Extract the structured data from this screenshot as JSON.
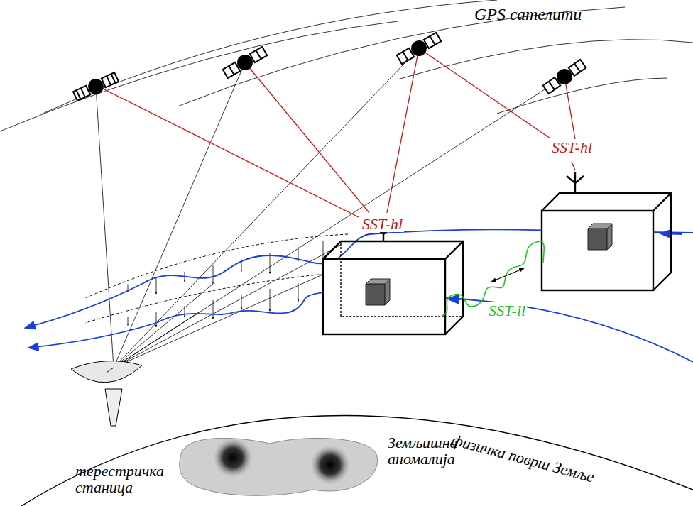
{
  "diagram": {
    "labels": [
      "GPS сателити",
      "SST-hl",
      "SST-hl",
      "SST-ll",
      "физичка површ Земље",
      "Земљишна аномалија",
      "терестричка станица"
    ]
  }
}
